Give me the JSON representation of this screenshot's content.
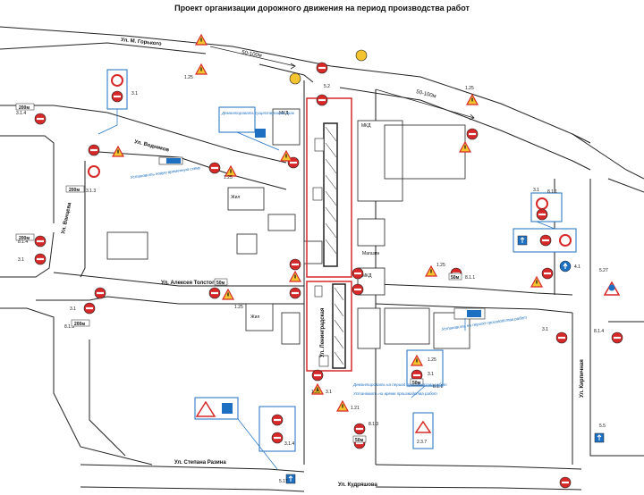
{
  "title": "Проект организации дорожного движения на период производства работ",
  "streets": {
    "gorkogo": "Ул. М. Горького",
    "vodnikov": "Ул. Водников",
    "vanceva": "Ул. Ванцева",
    "tolstogo": "Ул. Алексея Толстого",
    "leningradskaya": "Ул. Ленинградская",
    "razina": "Ул. Степана Разина",
    "kirpichnaya": "Ул. Кирпичная",
    "kudryashova": "Ул. Кудряшова"
  },
  "distances": {
    "top1": "50-100м",
    "top2": "50-100м",
    "plate200a": "200м",
    "plate200b": "200м",
    "plate200c": "200м",
    "plate200d": "200м",
    "plate50a": "50м",
    "plate50b": "50м",
    "plate50c": "50м",
    "plate50d": "50м"
  },
  "sign_codes": {
    "c31": "3.1",
    "c314": "3.1.4",
    "c313": "3.1.3",
    "c311": "8.1.1",
    "c125": "1.25",
    "c121": "1.21",
    "c52": "5.2",
    "c55": "5.5",
    "c814": "8.1.4",
    "c813": "8.1.3",
    "c237": "2.3.7",
    "c41": "4.1",
    "c527": "5.27",
    "c517": "5.17"
  },
  "notes": {
    "n1": "Установить новую временную схему",
    "n2": "Демонтировать существующий знак",
    "n3": "Установить на период производства работ",
    "n4": "Демонтировать на период производства работ",
    "n5": "Установить на время производства работ"
  },
  "buildings": {
    "b1": "МКД",
    "b2": "МКД",
    "b3": "МКД",
    "b4": "Магазин",
    "b5": "Жил",
    "b6": "Жил"
  },
  "colors": {
    "road_line": "#222222",
    "work_zone": "#d62828",
    "sign_red": "#d62828",
    "sign_blue": "#1d6fc1",
    "sign_yellow": "#f4c430",
    "note_blue": "#1d6fc1"
  }
}
